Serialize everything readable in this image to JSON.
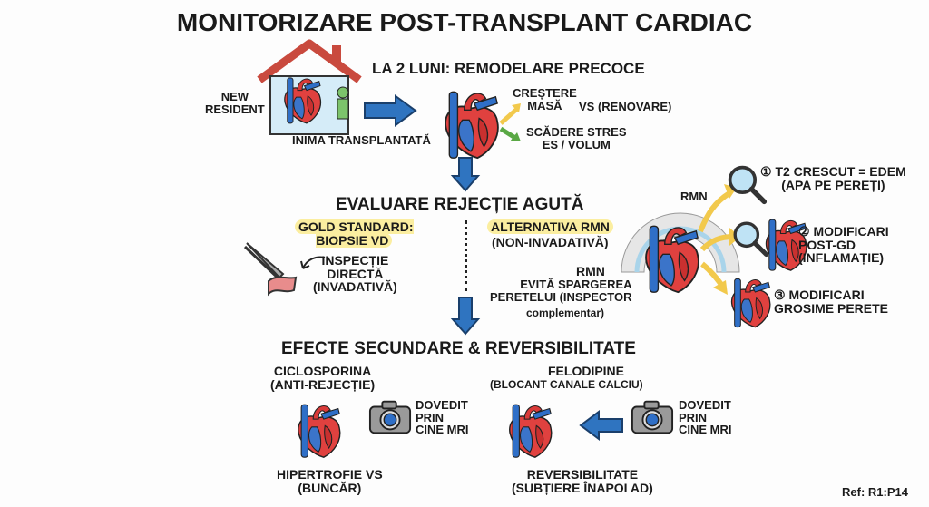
{
  "title": "MONITORIZARE POST-TRANSPLANT CARDIAC",
  "intro": {
    "new_resident": "NEW\nRESIDENT",
    "transplanted_heart": "INIMA TRANSPLANTATĂ"
  },
  "remodeling": {
    "heading": "LA 2 LUNI: REMODELARE PRECOCE",
    "increase": "CREȘTERE\nMASĂ",
    "increase_suffix": "VS (RENOVARE)",
    "decrease": "SCĂDERE STRES\nES / VOLUM"
  },
  "rejection": {
    "heading": "EVALUARE REJECȚIE AGUTĂ",
    "gold_standard": "GOLD STANDARD:\nBIOPSIE VD",
    "direct": "INSPECȚIE\nDIRECTĂ\n(INVADATIVĂ)",
    "alternative": "ALTERNATIVA RMN",
    "alternative_sub": "(NON-INVADATIVĂ)",
    "rmn_note_title": "RMN",
    "rmn_note": "EVITĂ SPARGEREA\nPERETELUI (INSPECTOR",
    "rmn_note_small": "complementar)",
    "scanner_label": "RMN",
    "findings": [
      {
        "num": "①",
        "text": "T2 CRESCUT = EDEM\n(APA PE PEREȚI)"
      },
      {
        "num": "②",
        "text": "MODIFICARI\nPOST-GD\n(INFLAMAȚIE)"
      },
      {
        "num": "③",
        "text": "MODIFICARI\nGROSIME PERETE"
      }
    ]
  },
  "side_effects": {
    "heading": "EFECTE SECUNDARE & REVERSIBILITATE",
    "drug1": "CICLOSPORINA\n(ANTI-REJECȚIE)",
    "effect1": "HIPERTROFIE VS\n(BUNCĂR)",
    "proof": "DOVEDIT\nPRIN\nCINE MRI",
    "drug2": "FELODIPINE",
    "drug2_sub": "(BLOCANT CANALE CALCIU)",
    "effect2": "REVERSIBILITATE\n(SUBȚIERE ÎNAPOI AD)"
  },
  "ref": "Ref: R1:P14",
  "colors": {
    "arrow_blue": "#2f74c0",
    "heart_red": "#e0413f",
    "vessel_blue": "#2f6fc7",
    "highlight": "#fbeea0",
    "yellow_arrow": "#f2c94c",
    "green_arrow": "#5aa845"
  }
}
